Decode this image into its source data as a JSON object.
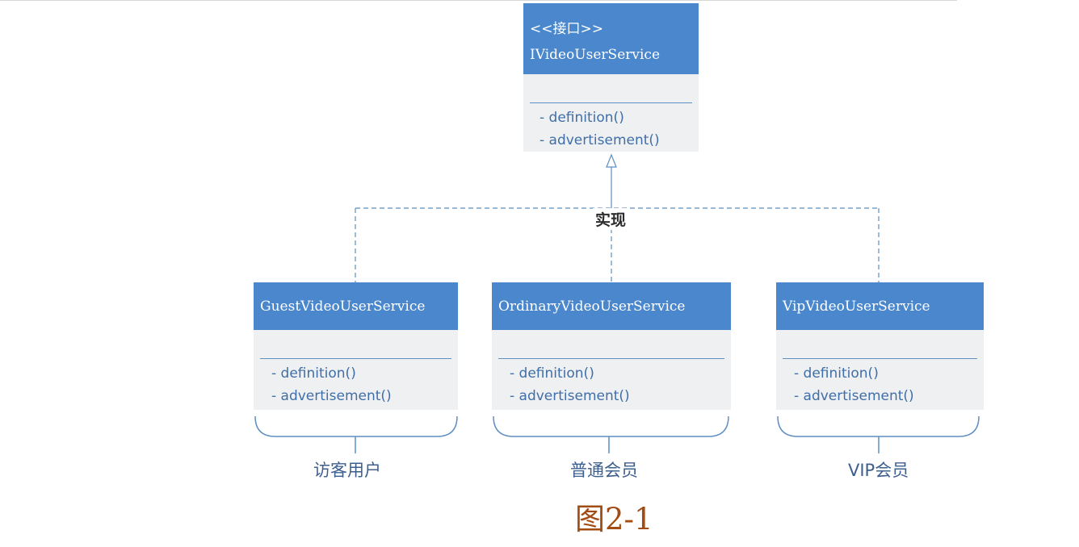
{
  "interface": {
    "stereotype": "<<接口>>",
    "name": "IVideoUserService",
    "methods": [
      "- definition()",
      "- advertisement()"
    ]
  },
  "relation_label": "实现",
  "classes": [
    {
      "name": "GuestVideoUserService",
      "methods": [
        "- definition()",
        "- advertisement()"
      ],
      "role": "访客用户"
    },
    {
      "name": "OrdinaryVideoUserService",
      "methods": [
        "- definition()",
        "- advertisement()"
      ],
      "role": "普通会员"
    },
    {
      "name": "VipVideoUserService",
      "methods": [
        "- definition()",
        "- advertisement()"
      ],
      "role": "VIP会员"
    }
  ],
  "caption": "图2-1",
  "colors": {
    "header_blue": "#4a87cc",
    "body_gray": "#eff0f1",
    "method_text": "#3f6ea8",
    "connector_blue": "#5d8fc2",
    "caption_brown": "#a24c14"
  }
}
